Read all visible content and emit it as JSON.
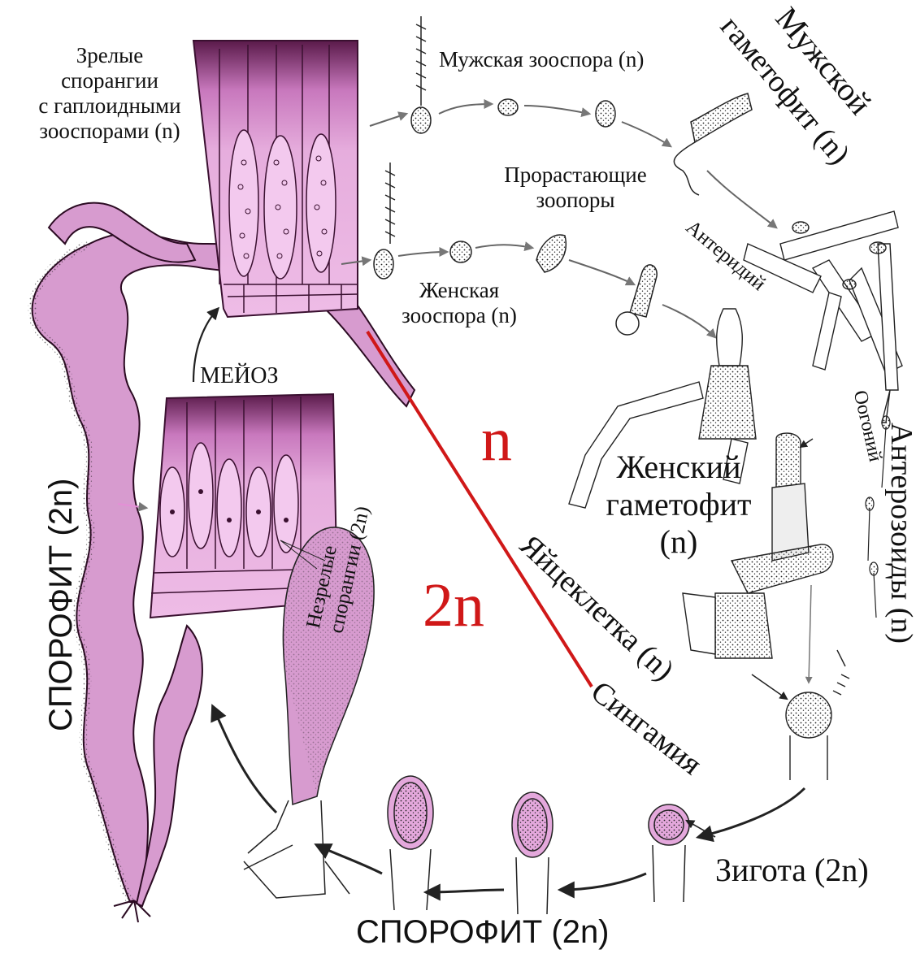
{
  "labels": {
    "mature_sporangia": [
      "Зрелые",
      "спорангии",
      "с гаплоидными",
      "зооспорами (n)"
    ],
    "male_zoospore": "Мужская зооспора (n)",
    "male_gametophyte": [
      "Мужской",
      "гаметофит (n)"
    ],
    "germinating": [
      "Прорастающие",
      "зоопоры"
    ],
    "antheridium": "Антеридий",
    "female_zoospore": [
      "Женская",
      "зооспора (n)"
    ],
    "meiosis": "МЕЙОЗ",
    "haploid_mark": "n",
    "diploid_mark": "2n",
    "sporophyte_left": "СПОРОФИТ (2n)",
    "immature_sporangia": [
      "Незрелые",
      "спорангии (2n)"
    ],
    "female_gametophyte": [
      "Женский",
      "гаметофит",
      "(n)"
    ],
    "oogonium": "Оогоний",
    "antherozoids": "Антерозоиды (n)",
    "egg": "Яйцеклетка (n)",
    "syngamy": "Сингамия",
    "zygote": "Зигота (2n)",
    "sporophyte_bottom": "СПОРОФИТ (2n)"
  },
  "colors": {
    "tissue_pink": "#e4a8dc",
    "tissue_dark": "#5a1a4a",
    "divider_red": "#d01818",
    "mark_red": "#d01818",
    "arrow": "#222222"
  }
}
